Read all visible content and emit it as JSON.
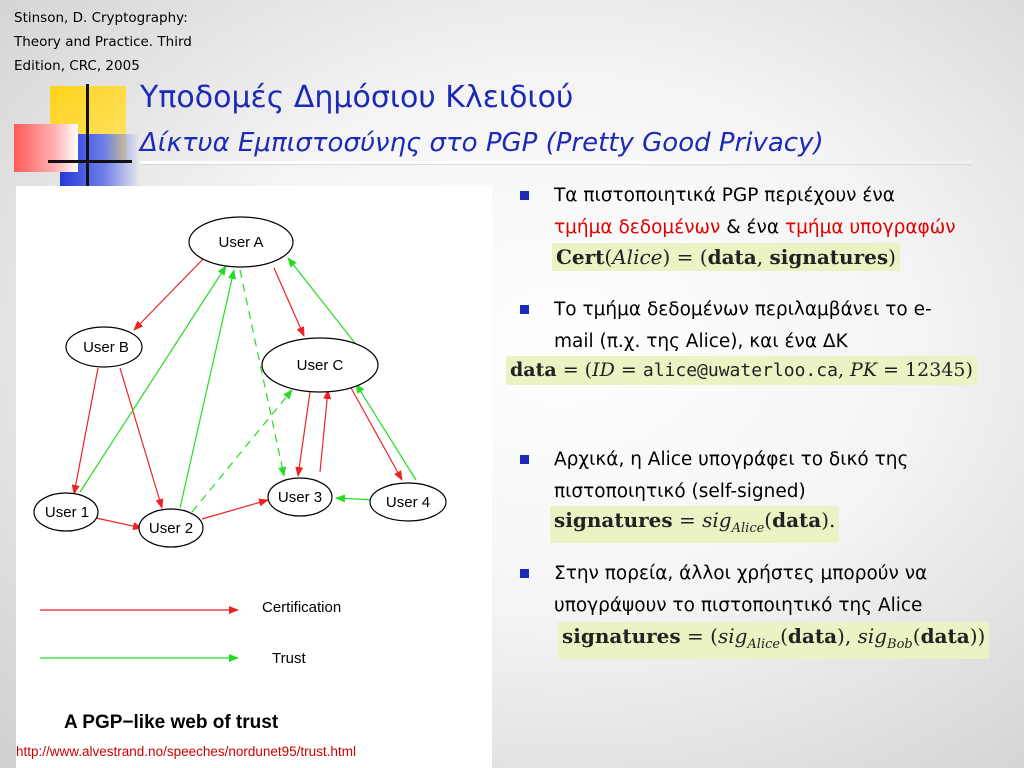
{
  "citation": {
    "line1": "Stinson, D. Cryptography:",
    "line2": "Theory and Practice. Third",
    "line3": "Edition, CRC, 2005"
  },
  "header": {
    "title": "Υποδομές Δημόσιου Κλειδιού",
    "subtitle": "Δίκτυα Εμπιστοσύνης στο PGP (Pretty Good Privacy)"
  },
  "colors": {
    "title": "#1c2ab5",
    "certification": "#ee2222",
    "trust": "#22dd22",
    "highlight_red": "#e00000"
  },
  "figure": {
    "nodes": {
      "userA": "User A",
      "userB": "User B",
      "userC": "User C",
      "user1": "User 1",
      "user2": "User 2",
      "user3": "User 3",
      "user4": "User 4"
    },
    "legend": {
      "certification": "Certification",
      "trust": "Trust"
    },
    "caption": "A PGP−like web of trust",
    "link": "http://www.alvestrand.no/speeches/nordunet95/trust.html"
  },
  "bullets": {
    "b1": {
      "line1": "Τα πιστοποιητικά PGP περιέχουν ένα",
      "part_a": "τμήμα δεδομένων",
      "part_b": " & ένα ",
      "part_c": "τμήμα υπογραφών",
      "f_cert": "Cert",
      "f_alice": "Alice",
      "f_eq": " = (",
      "f_data": "data",
      "f_comma": ", ",
      "f_sigs": "signatures",
      "f_close": ")"
    },
    "b2": {
      "line1": "Το τμήμα δεδομένων περιλαμβάνει το e-",
      "line2": "mail (π.χ. της Alice), και ένα ΔΚ",
      "f_data": "data",
      "f_eq": " = (",
      "f_id": "ID",
      "f_eq2": " = ",
      "f_email": "alice@uwaterloo.ca",
      "f_comma": ", ",
      "f_pk": "PK",
      "f_eq3": " = 12345)"
    },
    "b3": {
      "line1": "Αρχικά, η Alice υπογράφει το δικό της",
      "line2": "πιστοποιητικό (self-signed)",
      "f_sigs": "signatures",
      "f_eq": " = ",
      "f_sig": "sig",
      "f_sub": "Alice",
      "f_open": "(",
      "f_data": "data",
      "f_close": ")."
    },
    "b4": {
      "line1": "Στην πορεία, άλλοι χρήστες μπορούν να",
      "line2": "υπογράψουν το πιστοποιητικό της Alice",
      "f_sigs": "signatures",
      "f_eq": " = (",
      "f_sig1": "sig",
      "f_sub1": "Alice",
      "f_open1": "(",
      "f_data1": "data",
      "f_close1": "), ",
      "f_sig2": "sig",
      "f_sub2": "Bob",
      "f_open2": "(",
      "f_data2": "data",
      "f_close2": "))"
    }
  }
}
